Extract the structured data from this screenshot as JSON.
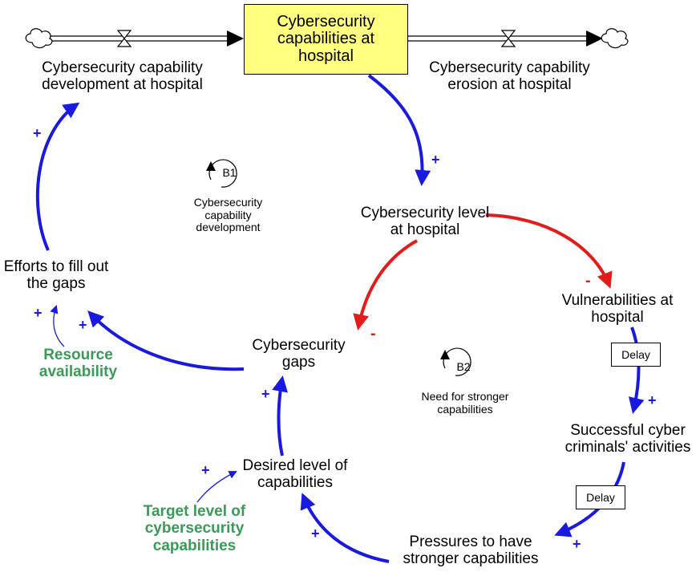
{
  "stock": {
    "label": "Cybersecurity capabilities at hospital",
    "color": "#ffff80"
  },
  "flows": {
    "inflow": "Cybersecurity capability development at hospital",
    "outflow": "Cybersecurity capability erosion at hospital"
  },
  "variables": {
    "level": "Cybersecurity level at hospital",
    "vulnerabilities": "Vulnerabilities at hospital",
    "successful": "Successful cyber criminals' activities",
    "pressures": "Pressures to have stronger capabilities",
    "desired": "Desired level of capabilities",
    "gaps": "Cybersecurity gaps",
    "efforts": "Efforts to fill out the gaps"
  },
  "exogenous": {
    "resource": "Resource availability",
    "target": "Target level of cybersecurity capabilities"
  },
  "loops": {
    "b1": {
      "id": "B1",
      "name": "Cybersecurity capability development"
    },
    "b2": {
      "id": "B2",
      "name": "Need for stronger capabilities"
    }
  },
  "delays": {
    "d1": "Delay",
    "d2": "Delay"
  },
  "polarity": {
    "plus": "+",
    "minus": "-"
  },
  "colors": {
    "positive_link": "#1a1adf",
    "negative_link": "#e21b1b",
    "exogenous_text": "#3a9a58"
  }
}
